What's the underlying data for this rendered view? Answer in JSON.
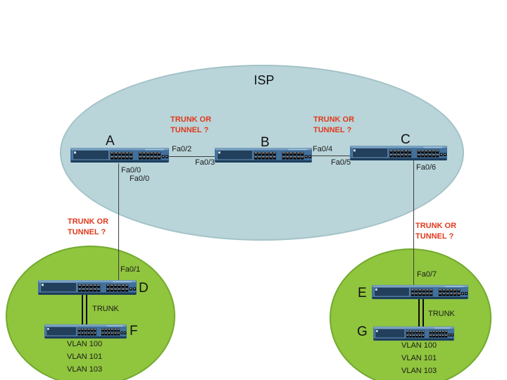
{
  "isp_label": "ISP",
  "red_warning": {
    "line1": "TRUNK OR",
    "line2": "TUNNEL ?"
  },
  "trunk_label": "TRUNK",
  "switch_labels": {
    "a": "A",
    "b": "B",
    "c": "C",
    "d": "D",
    "e": "E",
    "f": "F",
    "g": "G"
  },
  "port_labels": {
    "fa0_0": "Fa0/0",
    "fa0_1": "Fa0/1",
    "fa0_2": "Fa0/2",
    "fa0_3": "Fa0/3",
    "fa0_4": "Fa0/4",
    "fa0_5": "Fa0/5",
    "fa0_6": "Fa0/6",
    "fa0_7": "Fa0/7"
  },
  "vlans": {
    "row1": "VLAN 100",
    "row2": "VLAN 101",
    "row3": "VLAN 103"
  },
  "colors": {
    "cloud_fill": "#b9d5d9",
    "site_fill": "#90c53e",
    "warning_red": "#e0391d",
    "switch_body_blue": "#41709c",
    "link_line": "#3f3f3f"
  }
}
